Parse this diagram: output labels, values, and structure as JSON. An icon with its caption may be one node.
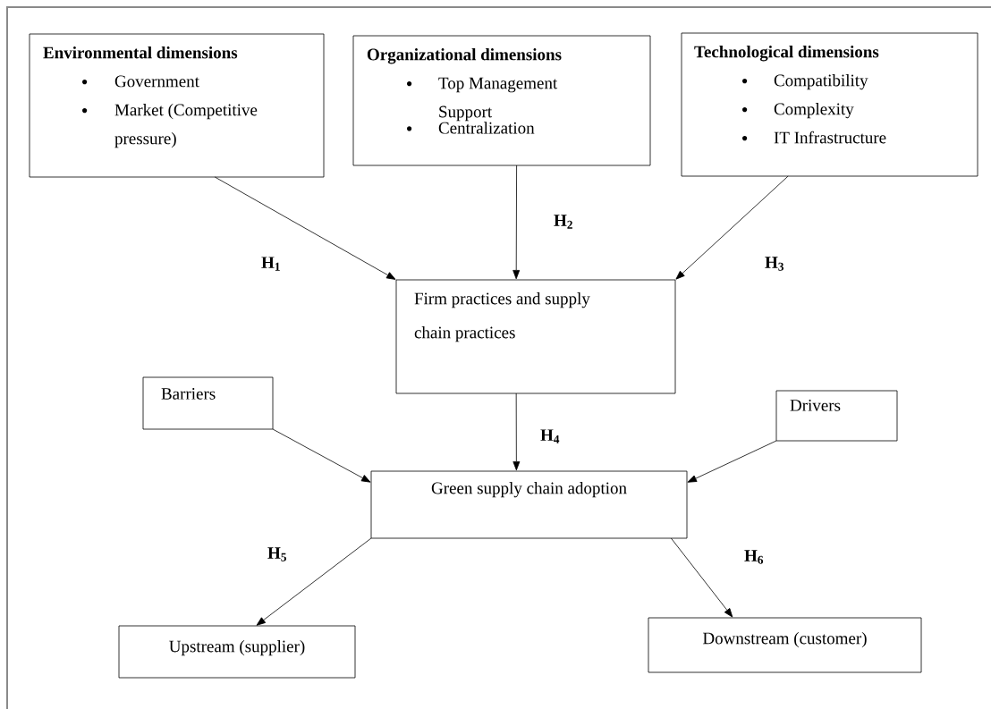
{
  "diagram": {
    "nodes": [
      {
        "text": [
          "Environmental dimensions",
          "Government",
          "Market (Competitive pressure)"
        ]
      },
      {
        "text": [
          "Organizational dimensions",
          "Top Management Support",
          "Centralization"
        ]
      },
      {
        "text": [
          "Technological dimensions",
          "Compatibility",
          "Complexity",
          "IT Infrastructure"
        ]
      },
      {
        "text": [
          "Firm practices and supply chain practices"
        ]
      },
      {
        "text": [
          "Barriers"
        ]
      },
      {
        "text": [
          "Drivers"
        ]
      },
      {
        "text": [
          "Green supply chain adoption"
        ]
      },
      {
        "text": [
          "Upstream (supplier)"
        ]
      },
      {
        "text": [
          "Downstream (customer)"
        ]
      }
    ],
    "edges": [
      {
        "from": 0,
        "to": 3,
        "arrow": "to",
        "label": "H$_{1}$"
      },
      {
        "from": 1,
        "to": 3,
        "arrow": "to",
        "label": "H$_{2}$"
      },
      {
        "from": 2,
        "to": 3,
        "arrow": "to",
        "label": "H$_{3}$"
      },
      {
        "from": 3,
        "to": 6,
        "arrow": "to",
        "label": "H$_{4}$"
      },
      {
        "from": 4,
        "to": 6,
        "arrow": "to"
      },
      {
        "from": 5,
        "to": 6,
        "arrow": "to"
      },
      {
        "from": 6,
        "to": 7,
        "arrow": "to",
        "label": "H$_{5}$"
      },
      {
        "from": 6,
        "to": 8,
        "arrow": "to",
        "label": "H$_{6}$"
      }
    ]
  }
}
